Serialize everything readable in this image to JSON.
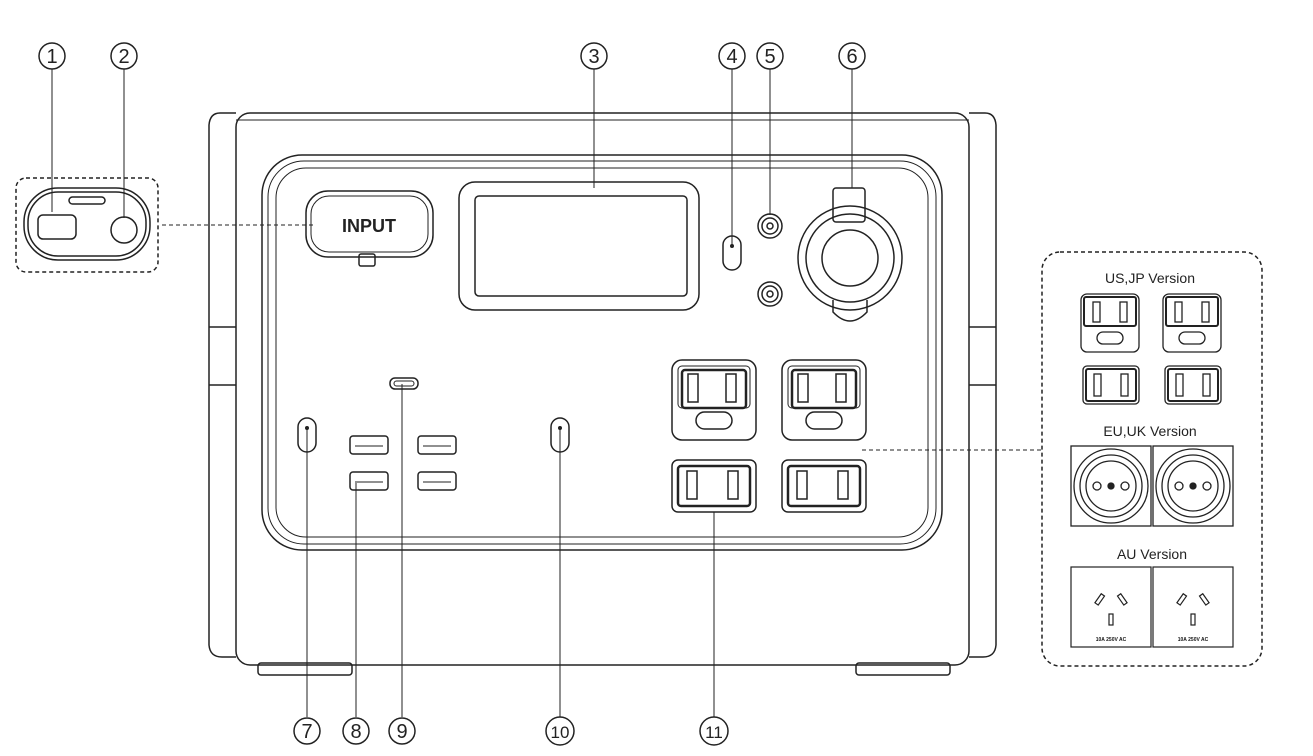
{
  "callouts": [
    "1",
    "2",
    "3",
    "4",
    "5",
    "6",
    "7",
    "8",
    "9",
    "10",
    "11"
  ],
  "front_panel": {
    "input_label": "INPUT"
  },
  "outlet_versions": {
    "us_jp": "US,JP Version",
    "eu_uk": "EU,UK Version",
    "au": "AU Version",
    "au_rating": "10A 250V AC"
  }
}
